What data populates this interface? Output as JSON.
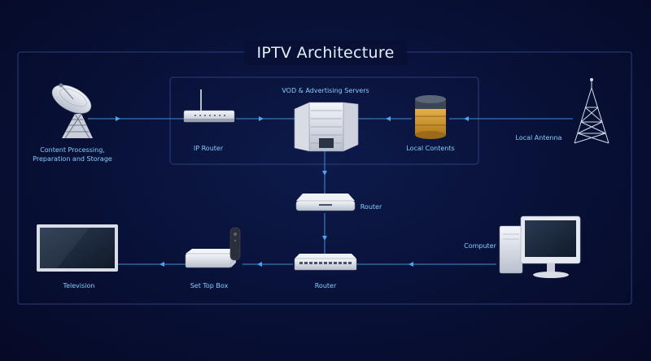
{
  "title": "IPTV Architecture",
  "nodes": {
    "vod_servers": "VOD & Advertising Servers",
    "ip_router": "IP Router",
    "local_contents": "Local Contents",
    "local_antenna": "Local Antenna",
    "content_processing_line1": "Content Processing,",
    "content_processing_line2": "Preparation and Storage",
    "router_mid": "Router",
    "router_bottom": "Router",
    "set_top_box": "Set Top Box",
    "television": "Television",
    "computer": "Computer"
  },
  "colors": {
    "background": "#081036",
    "frame": "#2c3f7a",
    "connector": "#3d8fd6",
    "label": "#7fd0ff",
    "title": "#e9eefc"
  },
  "icons": [
    "satellite-dish-icon",
    "wifi-router-icon",
    "server-rack-icon",
    "database-icon",
    "antenna-tower-icon",
    "router-icon",
    "network-switch-icon",
    "set-top-box-icon",
    "television-icon",
    "desktop-computer-icon"
  ]
}
